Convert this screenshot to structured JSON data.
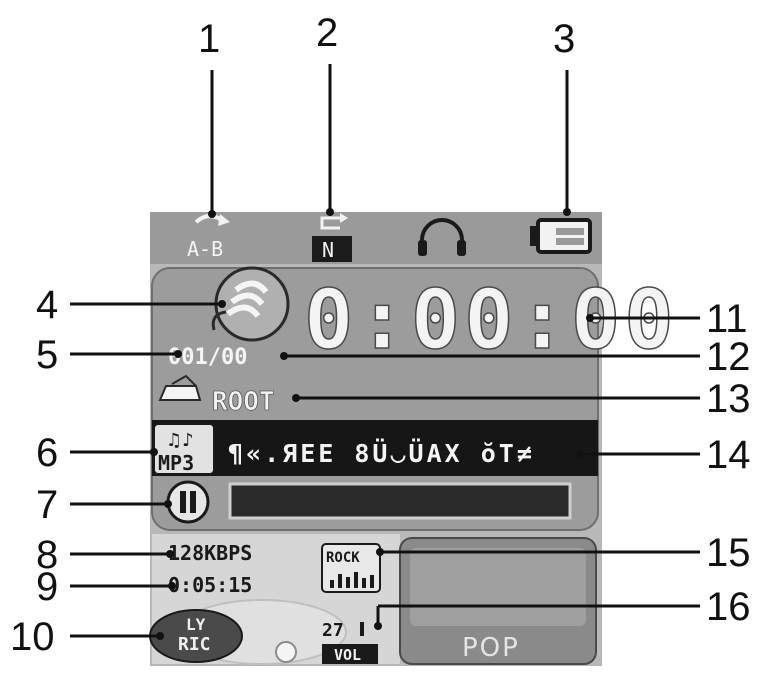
{
  "callouts": [
    "1",
    "2",
    "3",
    "4",
    "5",
    "6",
    "7",
    "8",
    "9",
    "10",
    "11",
    "12",
    "13",
    "14",
    "15",
    "16"
  ],
  "status_bar": {
    "ab_label": "A-B",
    "eq_mode": "N",
    "icons": [
      "repeat-ab-icon",
      "repeat-mode-icon",
      "headphones-icon",
      "battery-icon"
    ]
  },
  "player": {
    "time": "0:00:00",
    "track_counter": "001/00",
    "folder": "ROOT",
    "format": "MP3",
    "song_title": "¶«.ЯEE 8Ü◡ÜAX ŏT≠",
    "bitrate": "128KBPS",
    "total_time": "0:05:15",
    "lyric_line1": "LY",
    "lyric_line2": "RIC",
    "eq_short": "ROCK",
    "volume": "27",
    "volume_label": "VOL",
    "eq_name": "POP",
    "progress": 0
  }
}
